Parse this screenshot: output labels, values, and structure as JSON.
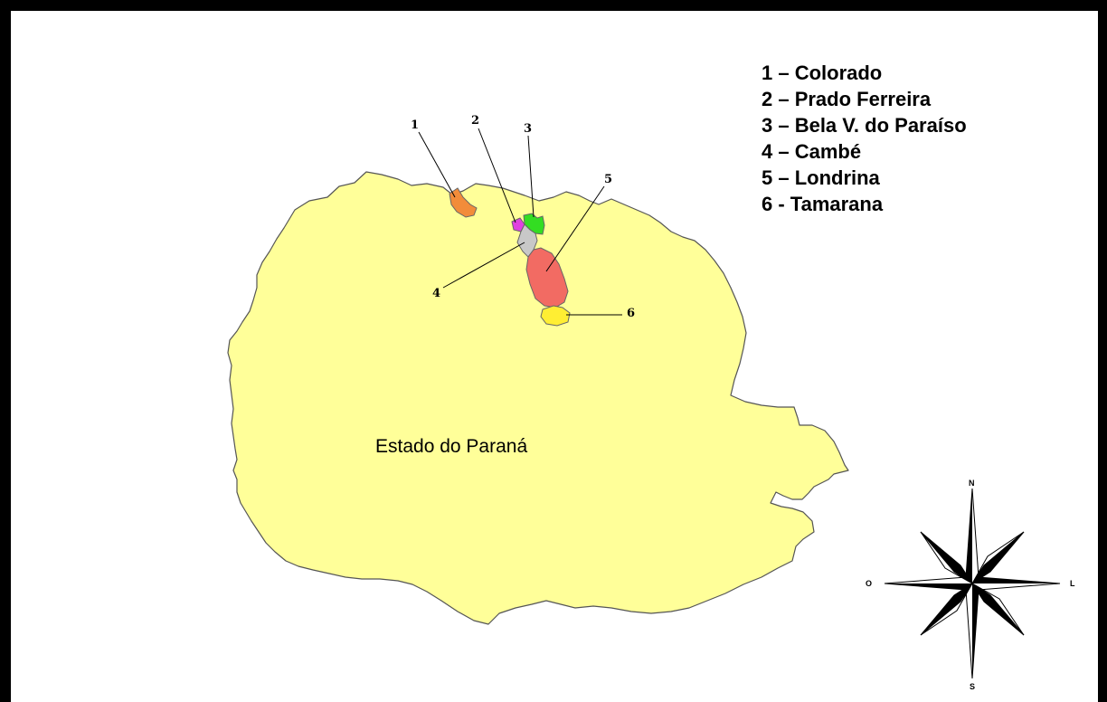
{
  "legend": {
    "items": [
      {
        "number": "1",
        "text": "1 – Colorado"
      },
      {
        "number": "2",
        "text": "2 – Prado Ferreira"
      },
      {
        "number": "3",
        "text": "3 – Bela V. do Paraíso"
      },
      {
        "number": "4",
        "text": "4 – Cambé"
      },
      {
        "number": "5",
        "text": "5 – Londrina"
      },
      {
        "number": "6",
        "text": "6 - Tamarana"
      }
    ]
  },
  "map": {
    "state_label": "Estado do Paraná",
    "state_fill": "#ffff99",
    "municipalities": [
      {
        "label": "1",
        "color": "#f28c3a"
      },
      {
        "label": "2",
        "color": "#e040e0"
      },
      {
        "label": "3",
        "color": "#33dd22"
      },
      {
        "label": "4",
        "color": "#c8c8c8"
      },
      {
        "label": "5",
        "color": "#f26b63"
      },
      {
        "label": "6",
        "color": "#ffee33"
      }
    ]
  },
  "compass": {
    "north": "N",
    "south": "S",
    "east": "L",
    "west": "O"
  }
}
